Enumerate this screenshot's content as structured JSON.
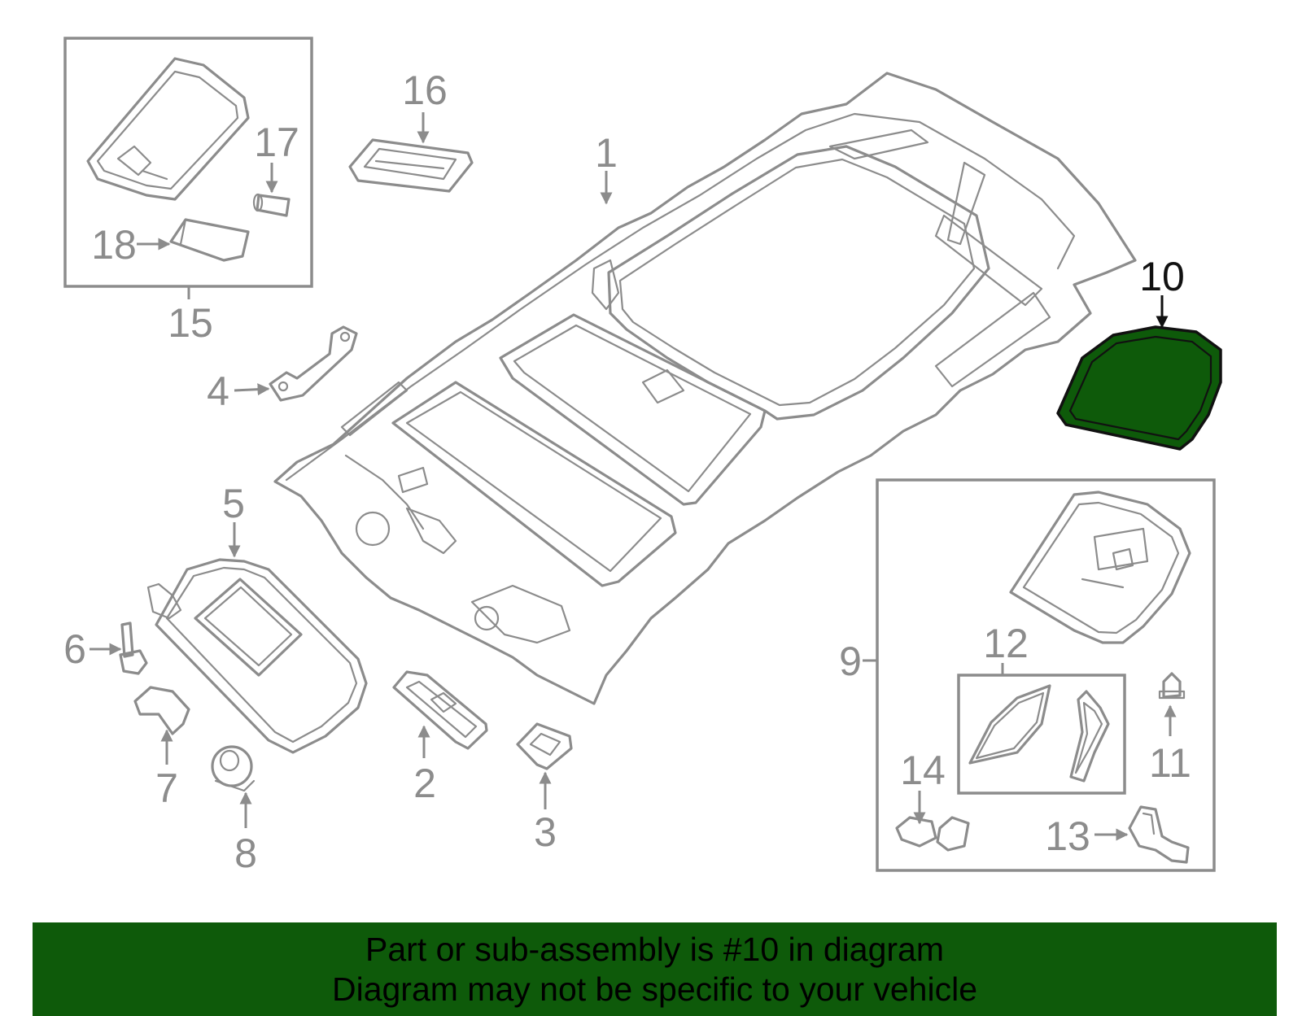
{
  "callouts": {
    "c1": "1",
    "c2": "2",
    "c3": "3",
    "c4": "4",
    "c5": "5",
    "c6": "6",
    "c7": "7",
    "c8": "8",
    "c9": "9",
    "c10": "10",
    "c11": "11",
    "c12": "12",
    "c13": "13",
    "c14": "14",
    "c15": "15",
    "c16": "16",
    "c17": "17",
    "c18": "18"
  },
  "highlight": {
    "part": "10",
    "fill_color": "#0e5a0a"
  },
  "banner": {
    "line1": "Part or sub-assembly is #10 in diagram",
    "line2": "Diagram may not be specific to your vehicle",
    "color": "#0e5a0a"
  }
}
